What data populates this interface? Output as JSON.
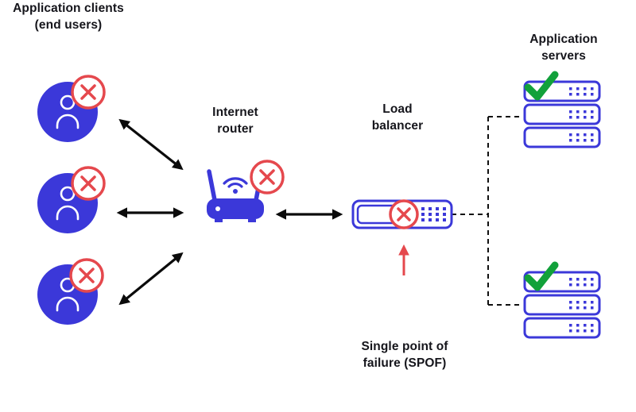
{
  "diagram": {
    "labels": {
      "clients_line1": "Application clients",
      "clients_line2": "(end users)",
      "router_line1": "Internet",
      "router_line2": "router",
      "load_balancer_line1": "Load",
      "load_balancer_line2": "balancer",
      "servers_line1": "Application",
      "servers_line2": "servers",
      "spof_line1": "Single point of",
      "spof_line2": "failure (SPOF)"
    },
    "colors": {
      "blue": "#3b38d9",
      "red": "#e5484d",
      "green": "#12a13b",
      "text": "#15151b",
      "connector_black": "#0b0b0b",
      "background": "#ffffff"
    },
    "icons": [
      "user-icon",
      "x-mark-icon",
      "router-icon",
      "wifi-icon",
      "load-balancer-icon",
      "server-icon",
      "check-icon",
      "double-arrow",
      "dashed-connector",
      "spof-arrow"
    ],
    "structure": {
      "client_count": 3,
      "server_stacks": 2,
      "servers_per_stack": 3,
      "failed_nodes": [
        "client-1",
        "client-2",
        "client-3",
        "internet-router",
        "load-balancer"
      ],
      "healthy_nodes": [
        "server-stack-1",
        "server-stack-2"
      ]
    }
  }
}
